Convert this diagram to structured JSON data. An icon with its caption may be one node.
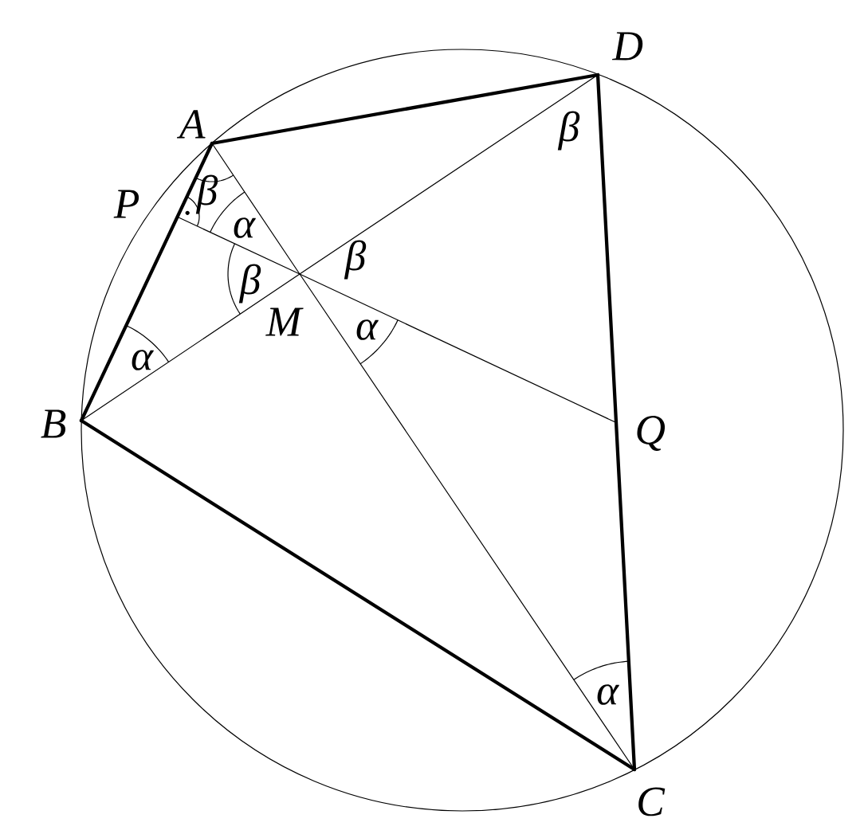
{
  "diagram": {
    "nodes": [
      {
        "text": [
          "D"
        ]
      },
      {
        "text": [
          "A"
        ]
      },
      {
        "text": [
          "P"
        ]
      },
      {
        "text": [
          "M"
        ]
      },
      {
        "text": [
          "B"
        ]
      },
      {
        "text": [
          "Q"
        ]
      },
      {
        "text": [
          "C"
        ]
      }
    ],
    "edges": [
      {
        "from": 1,
        "to": 4,
        "arrow": "none",
        "style": "thick"
      },
      {
        "from": 4,
        "to": 6,
        "arrow": "none",
        "style": "thick"
      },
      {
        "from": 6,
        "to": 0,
        "arrow": "none",
        "style": "thick"
      },
      {
        "from": 0,
        "to": 1,
        "arrow": "none",
        "style": "thick"
      },
      {
        "from": 1,
        "to": 3,
        "arrow": "none"
      },
      {
        "from": 3,
        "to": 6,
        "arrow": "none"
      },
      {
        "from": 4,
        "to": 3,
        "arrow": "none"
      },
      {
        "from": 3,
        "to": 0,
        "arrow": "none"
      },
      {
        "from": 2,
        "to": 3,
        "arrow": "none"
      },
      {
        "from": 3,
        "to": 5,
        "arrow": "none"
      }
    ],
    "labels": [
      "β",
      "β",
      "α",
      "β",
      "β",
      "α",
      "α",
      "α"
    ]
  }
}
